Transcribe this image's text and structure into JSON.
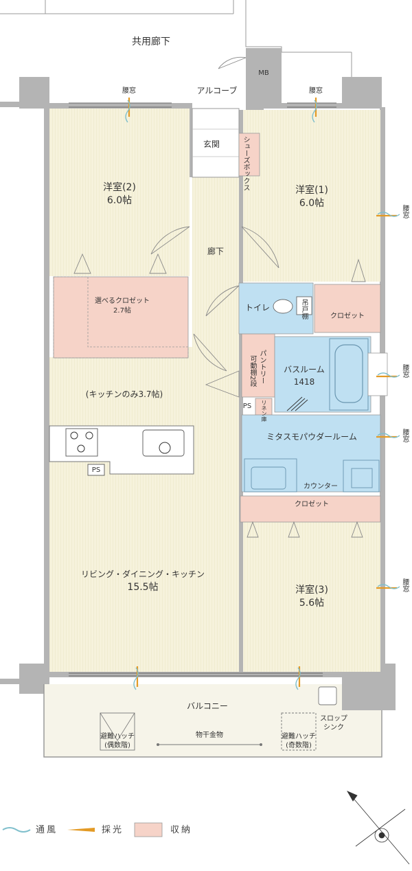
{
  "corridor_label": "共用廊下",
  "alcove_label": "アルコーブ",
  "mb_label": "MB",
  "entrance_label": "玄関",
  "shoe_box_label": "シューズボックス",
  "hallway_label": "廊下",
  "rooms": {
    "western2": {
      "name": "洋室(2)",
      "size": "6.0帖"
    },
    "western1": {
      "name": "洋室(1)",
      "size": "6.0帖"
    },
    "western3": {
      "name": "洋室(3)",
      "size": "5.6帖"
    },
    "ldk": {
      "name": "リビング・ダイニング・キッチン",
      "size": "15.5帖"
    }
  },
  "choose_closet": {
    "name": "選べるクロゼット",
    "size": "2.7帖"
  },
  "kitchen_only": "(キッチンのみ3.7帖)",
  "toilet_label": "トイレ",
  "toilet_shelf": "吊戸棚",
  "closet_label": "クロゼット",
  "pantry_label": "パントリー",
  "pantry_shelf": "可動棚2段",
  "bathroom_name": "バスルーム",
  "bathroom_size": "1418",
  "ps_label": "PS",
  "linen_label": "リネン庫",
  "powder_room_label": "ミタスモパウダールーム",
  "counter_label": "カウンター",
  "koshimado_label": "腰窓",
  "balcony_label": "バルコニー",
  "hatch_even": "避難ハッチ\n(偶数階)",
  "hatch_odd": "避難ハッチ\n(奇数階)",
  "laundry_label": "物干金物",
  "slop_sink_label": "スロップ\nシンク",
  "legend": {
    "ventilation": "通風",
    "daylight": "採光",
    "storage": "収納"
  },
  "colors": {
    "storage": "#f6d3c8",
    "water": "#bfe0f2",
    "floor": "#f6f2dc",
    "balcony": "#f6f4e9",
    "wall": "#b4b4b4",
    "daylight": "#e39a25",
    "ventilation": "#7fbfcc"
  }
}
